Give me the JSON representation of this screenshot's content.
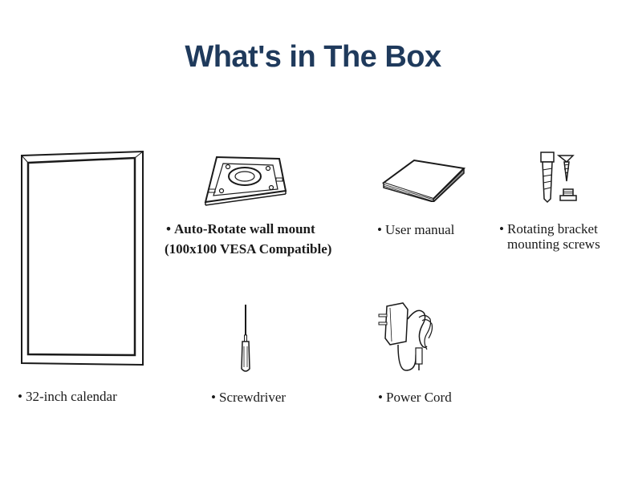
{
  "title": "What's in The Box",
  "items": {
    "calendar": {
      "label": "32-inch calendar",
      "icon": "calendar-frame-icon"
    },
    "wall_mount": {
      "line1": "Auto-Rotate wall mount",
      "line2": "(100x100 VESA Compatible)",
      "icon": "wall-mount-icon"
    },
    "manual": {
      "label": "User manual",
      "icon": "manual-icon"
    },
    "screws": {
      "line1": "Rotating bracket",
      "line2": "mounting screws",
      "icon": "screws-icon"
    },
    "screwdriver": {
      "label": "Screwdriver",
      "icon": "screwdriver-icon"
    },
    "power_cord": {
      "label": "Power Cord",
      "icon": "power-cord-icon"
    }
  },
  "bullet": "•",
  "colors": {
    "title": "#1f3a5c",
    "line": "#1a1a1a"
  }
}
